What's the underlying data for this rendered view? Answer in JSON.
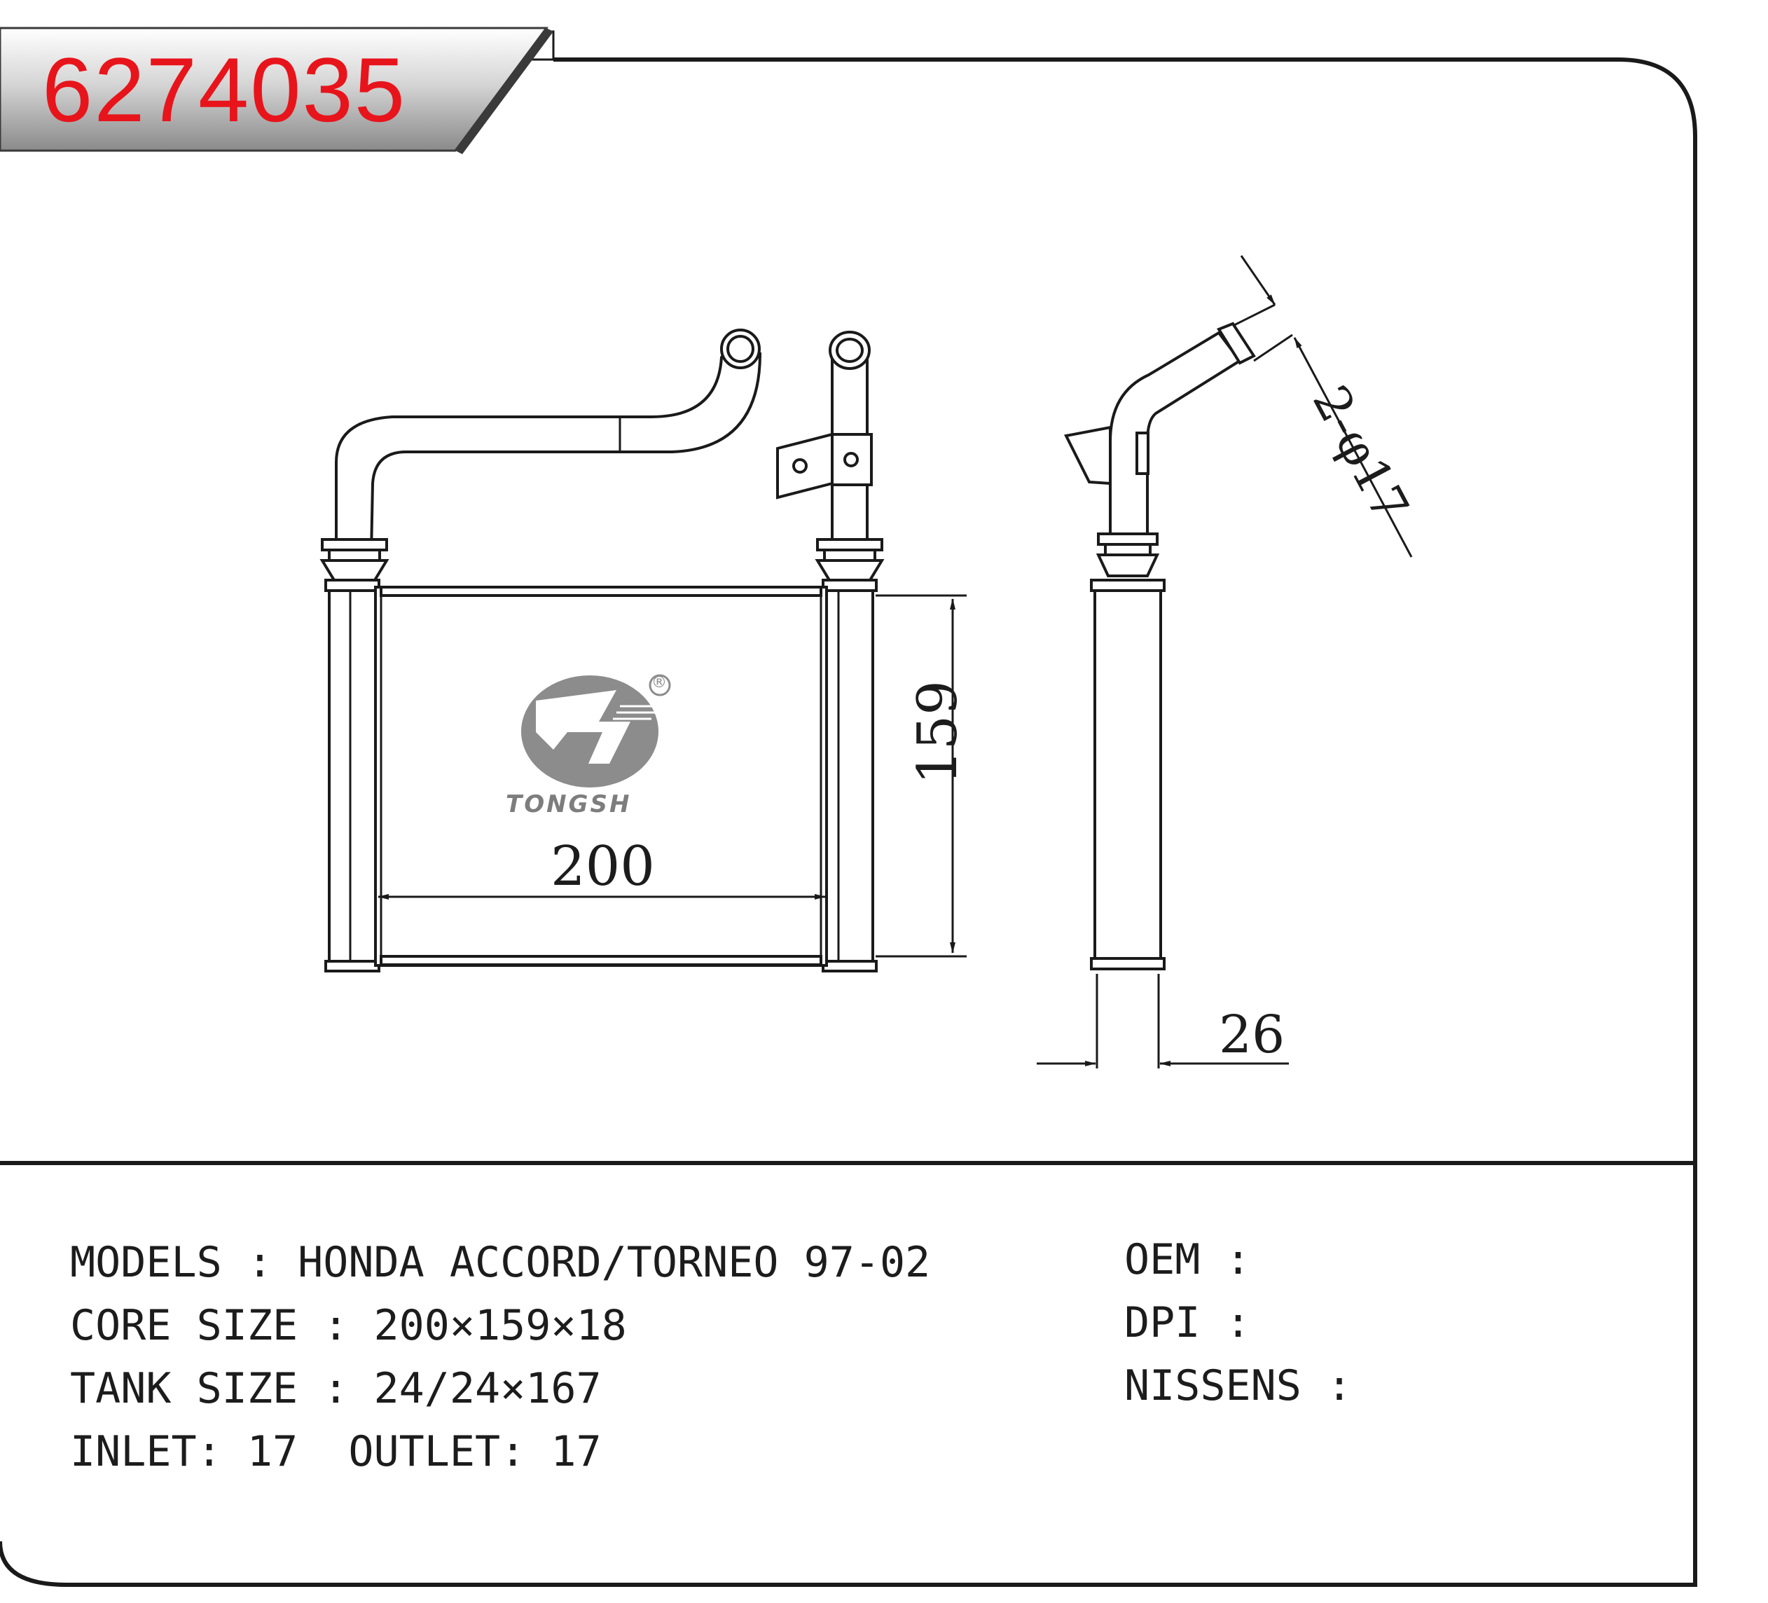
{
  "part_number": "6274035",
  "brand": {
    "name": "TONGSH",
    "registered_mark": "®"
  },
  "dimensions": {
    "width": "200",
    "height": "159",
    "depth": "26",
    "pipes": "2-φ17"
  },
  "specs": {
    "models": "MODELS : HONDA ACCORD/TORNEO 97-02",
    "core_size": "CORE SIZE : 200×159×18",
    "tank_size": "TANK SIZE : 24/24×167",
    "inlet_outlet": "INLET: 17  OUTLET: 17",
    "oem": "OEM :",
    "dpi": "DPI :",
    "nissens": "NISSENS :"
  },
  "colors": {
    "part_label_bg": "#3a3a3a",
    "part_label_text": "#e8141b",
    "line": "#1a1a1a",
    "logo": "#8c8c8c"
  }
}
